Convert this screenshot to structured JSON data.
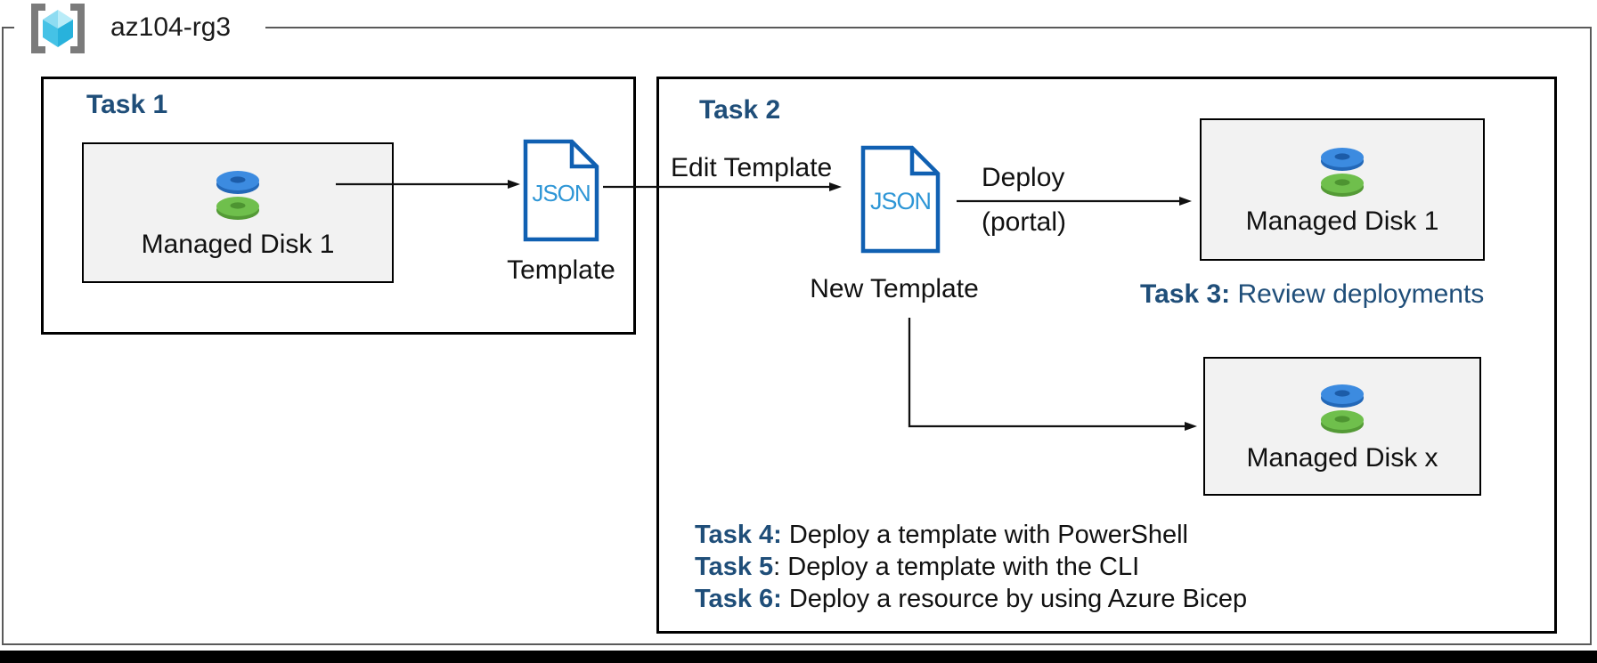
{
  "resource_group": {
    "name": "az104-rg3"
  },
  "task1": {
    "title": "Task 1",
    "disk_box": {
      "label": "Managed Disk 1"
    }
  },
  "template1": {
    "file_label": "JSON",
    "caption": "Template"
  },
  "task2": {
    "title": "Task 2",
    "edit_arrow_label": "Edit Template",
    "template2": {
      "file_label": "JSON",
      "caption": "New Template"
    },
    "deploy_label_line1": "Deploy",
    "deploy_label_line2": "(portal)",
    "disk_box_1": {
      "label": "Managed Disk 1"
    },
    "disk_box_x": {
      "label": "Managed Disk x"
    },
    "task3": {
      "label": "Task 3:",
      "text": " Review deployments"
    },
    "task_list": [
      {
        "label": "Task 4:",
        "text": " Deploy a template with PowerShell"
      },
      {
        "label": "Task 5",
        "text": ": Deploy a template with the CLI"
      },
      {
        "label": "Task 6:",
        "text": " Deploy a resource by using Azure Bicep"
      }
    ]
  },
  "palette": {
    "heading_blue": "#1F4E79",
    "json_border": "#1060B2",
    "json_text": "#2E96D6",
    "disk_blue": "#3C8BE0",
    "disk_green": "#6FBF4C",
    "box_fill": "#F2F2F2",
    "box_border": "#000000",
    "outer_border": "#5A5A5A",
    "bottom_bar": "#000000",
    "cube_cyan": "#55C8EA",
    "bracket_gray": "#7B7B7B"
  }
}
